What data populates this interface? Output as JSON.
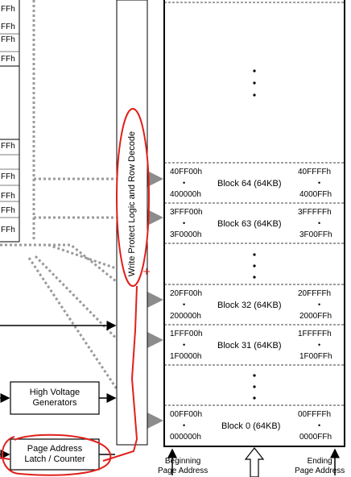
{
  "left_fragment_labels": [
    "FFh",
    "FFh",
    "FFh",
    "FFh",
    "FFh",
    "FFh",
    "FFh",
    "FFh",
    "FFh"
  ],
  "vertical_bar_label": "Write Protect Logic and Row Decode",
  "blocks": [
    {
      "name": "Block 64 (64KB)",
      "top_left": "40FF00h",
      "bottom_left": "400000h",
      "top_right": "40FFFFh",
      "bottom_right": "4000FFh"
    },
    {
      "name": "Block 63 (64KB)",
      "top_left": "3FFF00h",
      "bottom_left": "3F0000h",
      "top_right": "3FFFFFh",
      "bottom_right": "3F00FFh"
    },
    {
      "name": "Block 32 (64KB)",
      "top_left": "20FF00h",
      "bottom_left": "200000h",
      "top_right": "20FFFFh",
      "bottom_right": "2000FFh"
    },
    {
      "name": "Block 31 (64KB)",
      "top_left": "1FFF00h",
      "bottom_left": "1F0000h",
      "top_right": "1FFFFFh",
      "bottom_right": "1F00FFh"
    },
    {
      "name": "Block 0 (64KB)",
      "top_left": "00FF00h",
      "bottom_left": "000000h",
      "top_right": "00FFFFh",
      "bottom_right": "0000FFh"
    }
  ],
  "bullet": "•",
  "high_voltage": {
    "line1": "High Voltage",
    "line2": "Generators"
  },
  "page_address": {
    "line1": "Page Address",
    "line2": "Latch / Counter"
  },
  "beginning": {
    "line1": "Beginning",
    "line2": "Page Address"
  },
  "ending": {
    "line1": "Ending",
    "line2": "Page Address"
  },
  "colors": {
    "annotation": "#e0201a",
    "dotted": "#9a9a9a",
    "line": "#000000"
  }
}
